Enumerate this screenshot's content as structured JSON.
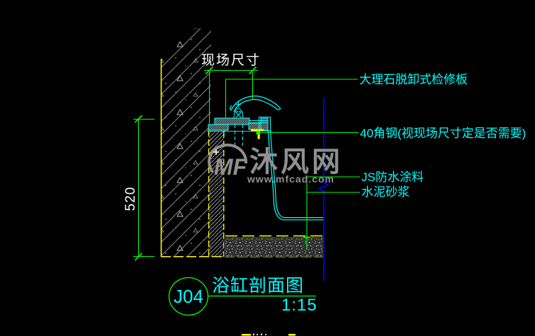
{
  "drawing": {
    "labels": {
      "dim_horizontal": "现场尺寸",
      "dim_vertical": "520"
    },
    "callouts": [
      {
        "text": "大理石脱卸式检修板"
      },
      {
        "text": "40角钢(视现场尺寸定是否需要)"
      },
      {
        "text": "JS防水涂料"
      },
      {
        "text": "水泥砂浆"
      }
    ],
    "title_block": {
      "detail_tag": "J04",
      "title": "浴缸剖面图",
      "scale": "1:15"
    }
  },
  "watermark": {
    "logo": "MF",
    "brand": "沐风网",
    "url": "www.mfcad.com"
  },
  "colors": {
    "background": "#000000",
    "dimension_green": "#00ff00",
    "annotation_cyan": "#00ffff",
    "outline_yellow": "#ffff00",
    "cut_line_blue": "#0000ff",
    "hatch_gray": "#8a8a8a",
    "text_white": "#ffffff",
    "watermark_gray": "#8f8f8f"
  }
}
